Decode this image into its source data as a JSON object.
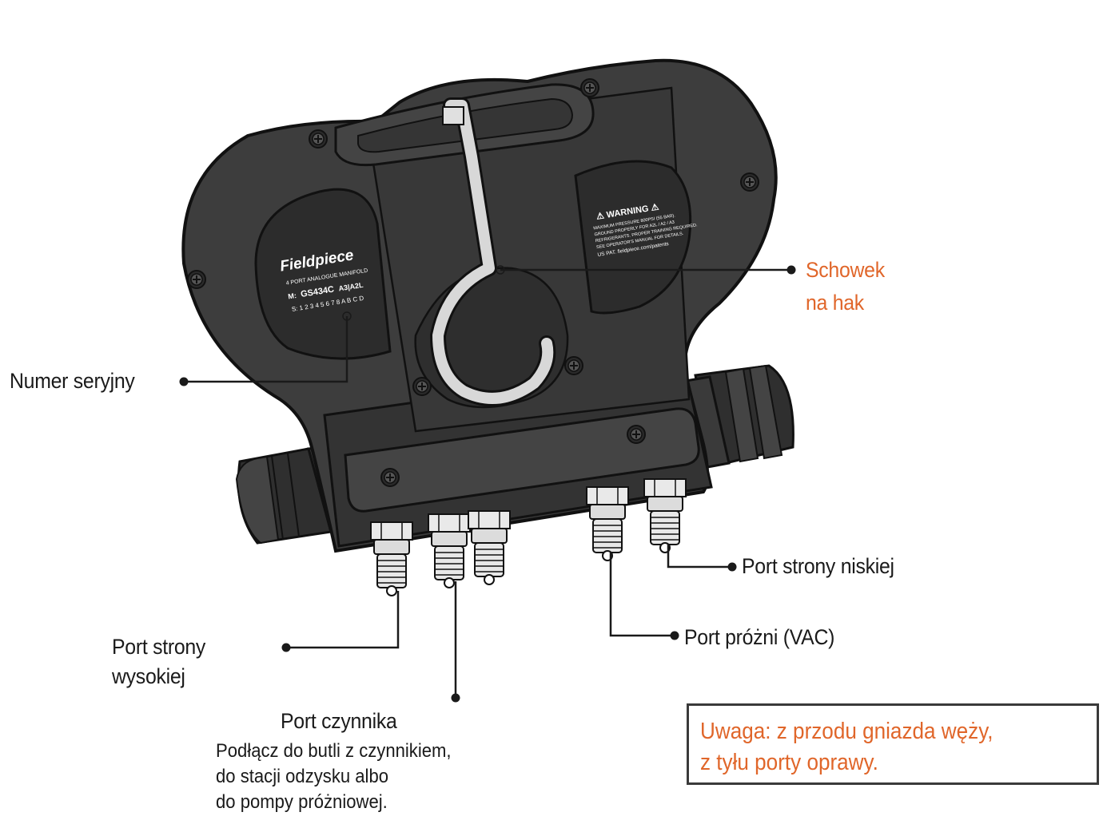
{
  "device": {
    "brand": "Fieldpiece",
    "model_line": "4 PORT ANALOGUE MANIFOLD",
    "model_prefix": "M:",
    "model": "GS434C",
    "refrigerants": "A3|A2L",
    "serial": "S: 1 2 3 4 5 6 7 8 A B C D",
    "warning_title": "WARNING",
    "warning_lines": [
      "MAXIMUM PRESSURE 800PSI (55 BAR).",
      "GROUND PROPERLY FOR A2L / A2 / A3",
      "REFRIGERANTS. PROPER TRAINING REQUIRED.",
      "SEE OPERATOR'S MANUAL FOR DETAILS.",
      "US PAT. fieldpiece.com/patents"
    ]
  },
  "labels": {
    "hook_storage": [
      "Schowek",
      "na hak"
    ],
    "serial_number": "Numer seryjny",
    "low_side_port": "Port strony niskiej",
    "vacuum_port": "Port próżni (VAC)",
    "high_side_port": [
      "Port strony",
      "wysokiej"
    ],
    "refrigerant_port": "Port czynnika",
    "refrigerant_port_desc": [
      "Podłącz do butli z czynnikiem,",
      "do stacji odzysku albo",
      "do pompy próżniowej."
    ]
  },
  "note": {
    "line1": "Uwaga:  z przodu gniazda węży,",
    "line2": "z tyłu porty oprawy."
  },
  "colors": {
    "accent": "#e0662a",
    "body": "#3d3d3d",
    "body_dark": "#2b2b2b",
    "outline": "#111111"
  }
}
